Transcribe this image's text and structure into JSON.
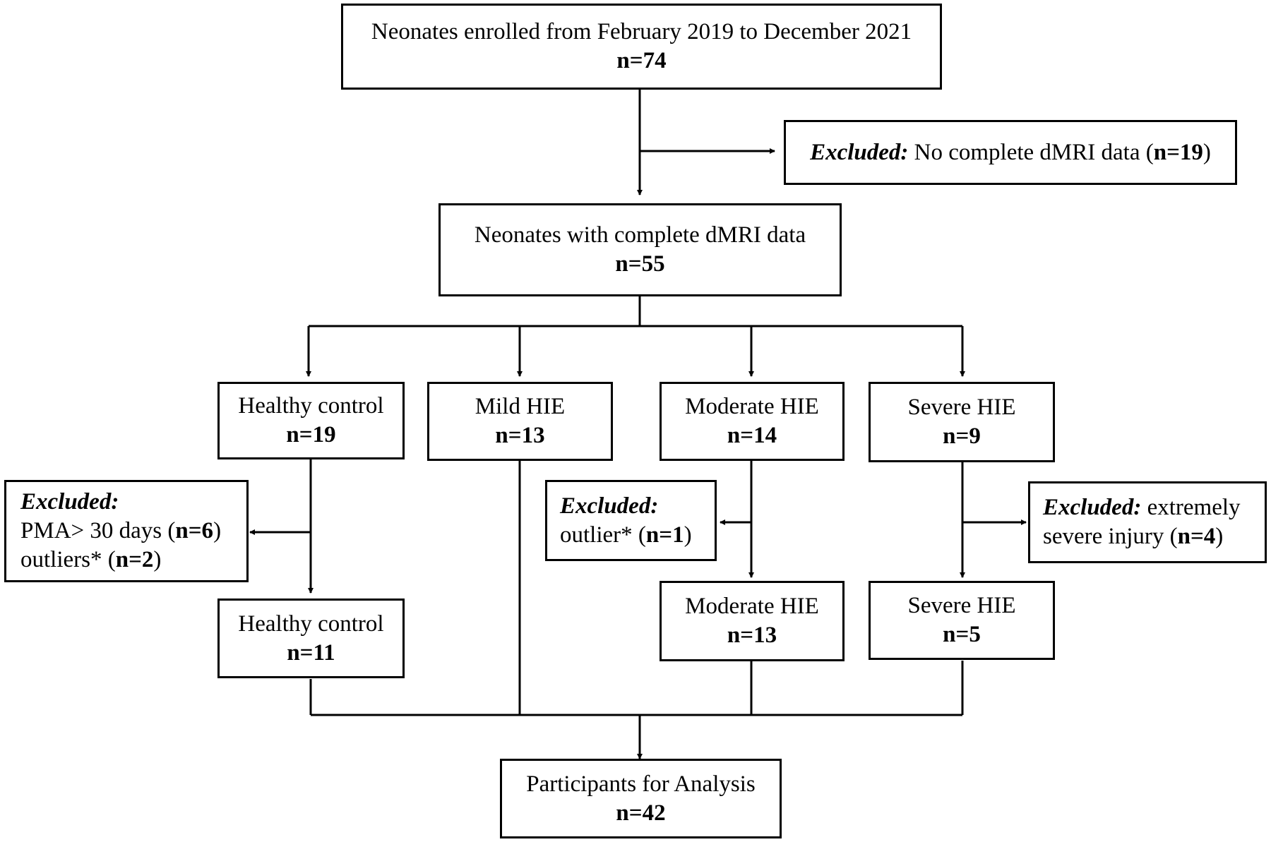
{
  "enrolled": {
    "label": "Neonates enrolled from February 2019 to December 2021",
    "n": "n=74"
  },
  "exclusion_top": {
    "label": "Excluded:",
    "text": "No complete dMRI data",
    "open": "(",
    "n": "n=19",
    "close": ")"
  },
  "complete": {
    "label": "Neonates with complete dMRI data",
    "n": "n=55"
  },
  "groups": {
    "healthy": {
      "label": "Healthy control",
      "n": "n=19"
    },
    "mild": {
      "label": "Mild HIE",
      "n": "n=13"
    },
    "moderate": {
      "label": "Moderate HIE",
      "n": "n=14"
    },
    "severe": {
      "label": "Severe HIE",
      "n": "n=9"
    }
  },
  "exclusions": {
    "healthy": {
      "label": "Excluded:",
      "line1": "PMA> 30 days",
      "line1_open": "(",
      "line1_n": "n=6",
      "line1_close": ")",
      "line2": "outliers*",
      "line2_open": "(",
      "line2_n": "n=2",
      "line2_close": ")"
    },
    "moderate": {
      "label": "Excluded:",
      "line1": "outlier*",
      "open": "(",
      "n": "n=1",
      "close": ")"
    },
    "severe": {
      "label": "Excluded:",
      "label_tail": "extremely",
      "line2": "severe injury",
      "open": "(",
      "n": "n=4",
      "close": ")"
    }
  },
  "after": {
    "healthy": {
      "label": "Healthy control",
      "n": "n=11"
    },
    "moderate": {
      "label": "Moderate HIE",
      "n": "n=13"
    },
    "severe": {
      "label": "Severe HIE",
      "n": "n=5"
    }
  },
  "final": {
    "label": "Participants for Analysis",
    "n": "n=42"
  }
}
